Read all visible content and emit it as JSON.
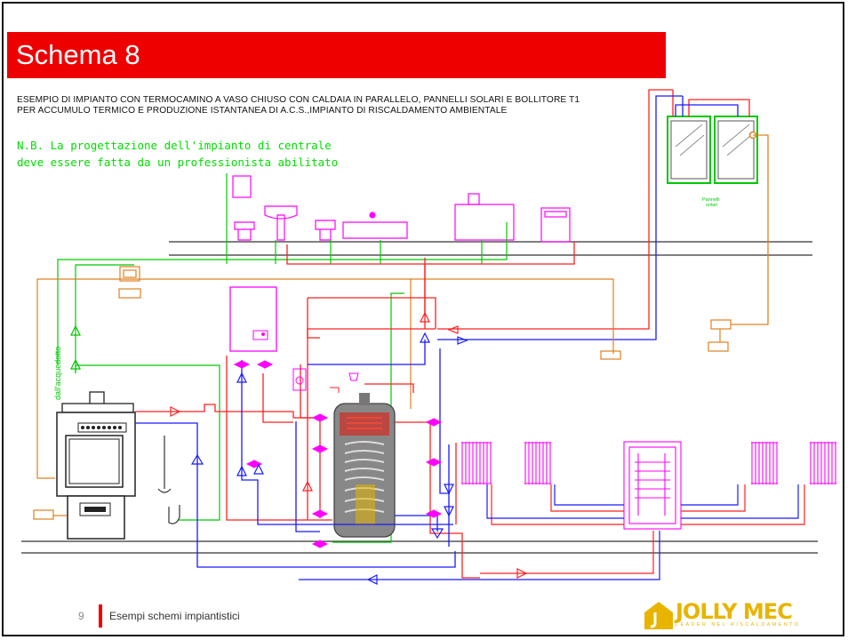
{
  "slide": {
    "title": "Schema 8",
    "description_line1": "ESEMPIO DI IMPIANTO CON TERMOCAMINO A VASO CHIUSO CON CALDAIA IN PARALLELO, PANNELLI SOLARI E BOLLITORE T1",
    "description_line2": "PER ACCUMULO TERMICO E PRODUZIONE ISTANTANEA DI A.C.S.,IMPIANTO DI RISCALDAMENTO AMBIENTALE",
    "note_line1": "N.B. La progettazione dell'impianto di centrale",
    "note_line2": "deve essere fatta da un professionista abilitato"
  },
  "diagram": {
    "label_panels_line1": "Pannelli",
    "label_panels_line2": "solari",
    "label_aqueduct": "dall'acquedotto",
    "colors": {
      "hot": "#ff2020",
      "cold": "#1a1aff",
      "green": "#00c800",
      "orange": "#e08020",
      "magenta": "#ff00ff",
      "grey": "#606060"
    }
  },
  "footer": {
    "page_number": "9",
    "section": "Esempi schemi impiantistici",
    "brand": "JOLLY MEC",
    "brand_tagline": "LEADER NEL RISCALDAMENTO"
  },
  "theme": {
    "title_bg": "#ee0000",
    "brand_color": "#e8b400"
  }
}
